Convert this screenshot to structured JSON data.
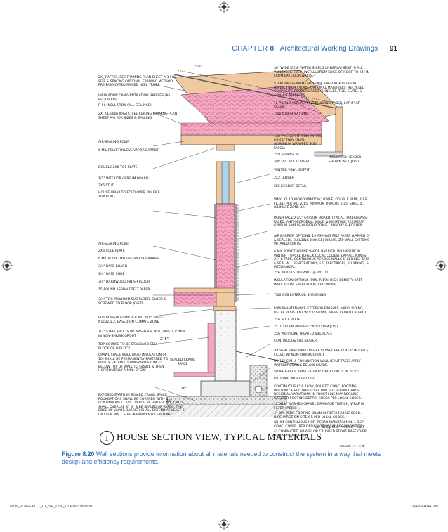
{
  "header": {
    "chapter_prefix": "CHAPTER",
    "chapter_number": "8",
    "chapter_title": "Architectural Working Drawings",
    "page_number": "91"
  },
  "dimensions": {
    "overhang": "2'-0\"",
    "footing_width": "24\"",
    "crawl_height": "2'-8\"",
    "foundation_depth": "16\""
  },
  "notes_left": [
    "2x_ rafter, see framing plan sheet A-1 for size & spacing optional framing method: pre-fabricated raised heel truss",
    "insulation dam/ventilation baffles (as required)",
    "R-50 insulation (all ceilings)",
    "2x_ ceiling joists, see ceiling framing plan sheet A-6 for sizes & spacing",
    "air-sealing point",
    "6 mil polyethylene vapor barrier",
    "double 2x6 top plate",
    "1/2\" interior gypsum board",
    "2x6 stud",
    "house wrap to fold over double top plate",
    "air-sealing point",
    "2x6 sole plate",
    "6 mil polyethylene vapor barrier",
    "3/4\" base board",
    "3/4\" base shoe",
    "3/4\" hardwood finish floor",
    "15-pound asphalt felt paper",
    "3/4\" T&G plywood sub-floor, glued & screwed to floor joists",
    "floor insulation per IRC 2015 table N1102.1.2, based on climate zone",
    "1/2\" steel J-bolts w/ washer & nut, imbed 7\" min. in non-shrink grout",
    "top course to be standard cell block or U-block",
    "crawl space wall rigid insulation (R-10) shall be permanently fastened to wall & extend downward from 3\" below top of wall to grade & then horizontally a min. of 24\"",
    "exposed earth in sealed crawl space foundations shall be covered with a continuous class I vapor retarder. all joints shall overlap by 6\" & be sealed or taped. the edge of vapor barrier shall extend at least 6\" up stem wall & be permanently fastened"
  ],
  "notes_right": [
    "36\" wide ice & water shield underlayment in all valleys, & eves. install from edge of roof to 24\" in from exterior walls",
    "standing seam metal roof, high albedo heat reflecting colors. optional materials: recycled composite/rubber based shingles, tile, slate, & asphalt shingles",
    "15 pound asphalt felt building paper, lap 6\" at seams.",
    "7/16 OSB sheathing",
    "1x8 PVC soffit trim (white, or factory finish aluminum wrapped sub-fascia",
    "2x8 subfascia",
    "3/4\" PVC solid soffit",
    "vented vinyl soffit",
    "2x2 ledger",
    "see header detail",
    "vinyl clad wood window, low-E, double pane, gas filled per IRC 2015, minimum U-value 0.35, SHGC 0.7 (climate zone 3A)",
    "paper faced 1/2\" gypsum board typical, fiberglass-faced, anti-microbial, mold & moisture resistant gypsum panels in bathrooms, laundry & kitchen.",
    "air barrier options: 15 asphalt felt paper (lapped 6\" & sealed), building (house) wraps, ZIP wall systems w/taped joints",
    "6 mil polyethylene vapor barrier, warm side in winter typical (check local codes). lap all joints 24\" & tape, continuous across walls & ceiling. tape & seal all penetrations, i.e. electrical, plumbing, & mechanical",
    "2x6 wood stud wall @ 24\" o.c.",
    "insulation options (min. R-19): high density batt insulation, spray foam, cellulose",
    "7/16 OSB exterior sheathing",
    "low maintenance exterior finishes, vinyl siding, decay resistant wood siding, fiber cement board",
    "2x6 sole plate",
    "2x10 or engineered wood rim joist",
    "2x6 pressure treated sill plate",
    "continuous sill sealer",
    "#4 vert. deformed rebar dowel every 4'-0\" in cells filled w/ non-shrink grout",
    "8\"x16\" C.M.U. foundation wall (split face) apply waterproofing below grade.",
    "slope grade away from foundation 6\" in 10'-0\"",
    "optional mortar cove",
    "continuous 8\"H, 16\"W, poured conc. footing. bottom of footing to be min. 12\" below grade. regional variations in frost line may require greater footing depth. check per local codes.",
    "12\"x12\" washed gravel drainage trench, wrap in filter fabric",
    "4\" dia. perf. footing drain in filter fabric sock. discharge on-site or per local codes.",
    "(2) #4 continuous hor. rebar maintain min. 1-1/2\" conc. cover (per design or local requirements).",
    "4\" compacted gravel or crushed stone base over undisturbed soil"
  ],
  "inner_labels": {
    "insulated_header": "insulated header shown w/ 1-joist",
    "sealed_crawl": "sealed crawl space"
  },
  "title_block": {
    "number": "1",
    "title": "HOUSE SECTION VIEW, TYPICAL MATERIALS",
    "project": "La Chapelle House Plan",
    "scale": "SCALE: 1\" = 1'-0\""
  },
  "caption": {
    "label": "Figure 8.20",
    "text": "Wall sections provide information about all materials needed to construct the system in a way that meets design and efficiency requirements."
  },
  "slug": {
    "file": "M08_POWE4171_01_SE_C08_074-093.indd   91",
    "timestamp": "12/4/14   4:04 PM"
  },
  "colors": {
    "accent": "#2a6db5",
    "insulation": "#f3a7c3",
    "wood": "#f1c9a0",
    "glass": "#a9d6ee"
  }
}
